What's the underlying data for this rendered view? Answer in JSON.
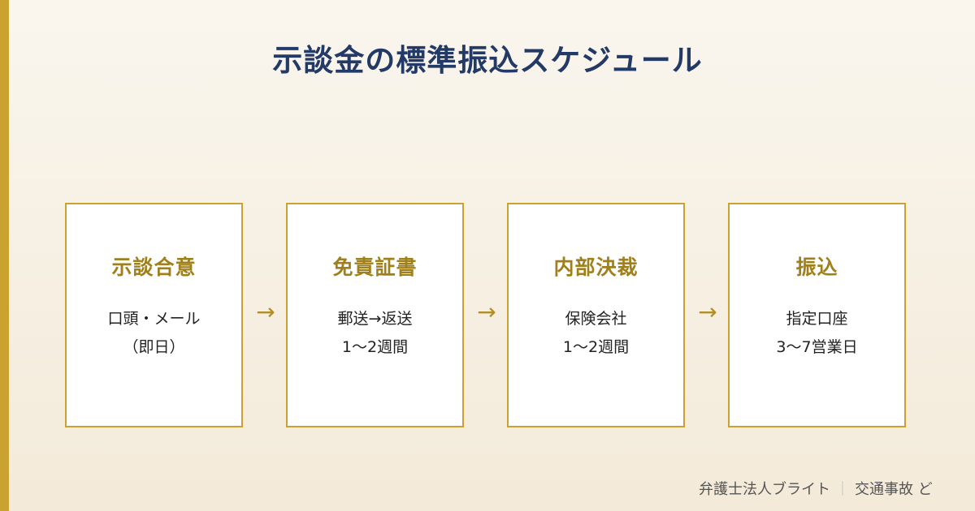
{
  "title": "示談金の標準振込スケジュール",
  "steps": [
    {
      "heading": "示談合意",
      "lines": [
        "口頭・メール",
        "（即日）"
      ]
    },
    {
      "heading": "免責証書",
      "lines": [
        "郵送→返送",
        "1〜2週間"
      ]
    },
    {
      "heading": "内部決裁",
      "lines": [
        "保険会社",
        "1〜2週間"
      ]
    },
    {
      "heading": "振込",
      "lines": [
        "指定口座",
        "3〜7営業日"
      ]
    }
  ],
  "arrow_glyph": "→",
  "footer": {
    "firm": "弁護士法人ブライト",
    "separator": "｜",
    "section": "交通事故 ど"
  },
  "colors": {
    "accent": "#c9a230",
    "title": "#233a66",
    "heading": "#a0801c"
  }
}
